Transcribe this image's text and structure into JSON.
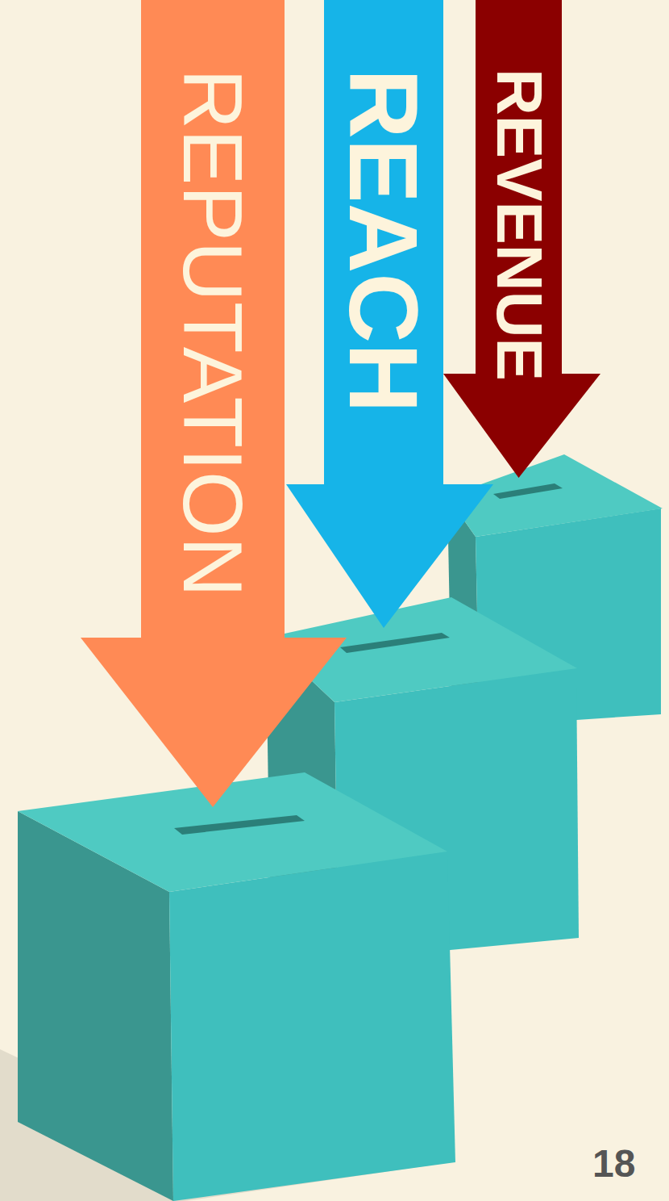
{
  "diagram": {
    "nodes": [
      {
        "text": [
          "REPUTATION"
        ]
      },
      {
        "text": [
          "REACH"
        ]
      },
      {
        "text": [
          "REVENUE"
        ]
      }
    ],
    "labels": [
      "18"
    ]
  }
}
